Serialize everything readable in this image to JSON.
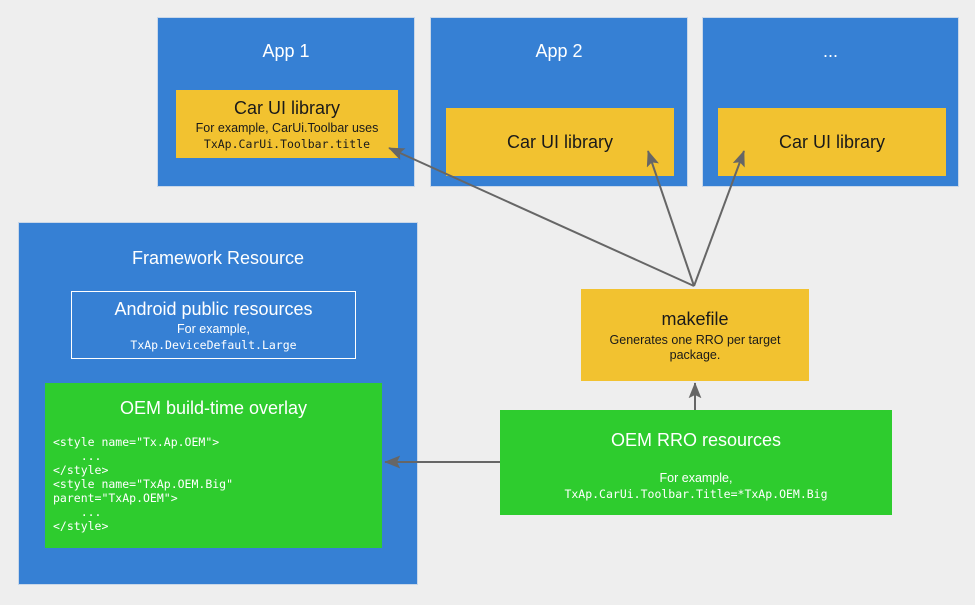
{
  "diagram": {
    "background_color": "#eeeeee",
    "palette": {
      "blue": "#3680D4",
      "yellow": "#F2C230",
      "green": "#2ECC2E",
      "arrow": "#666666",
      "white": "#ffffff",
      "dark_text": "#1a1a1a"
    }
  },
  "apps": [
    {
      "title": "App 1",
      "library_title": "Car UI library",
      "library_sub": "For example, CarUi.Toolbar uses",
      "library_code": "TxAp.CarUi.Toolbar.title"
    },
    {
      "title": "App 2",
      "library_title": "Car UI library",
      "library_sub": "",
      "library_code": ""
    },
    {
      "title": "...",
      "library_title": "Car UI library",
      "library_sub": "",
      "library_code": ""
    }
  ],
  "framework": {
    "title": "Framework Resource",
    "public_resources": {
      "title": "Android public resources",
      "sub": "For example,",
      "code": "TxAp.DeviceDefault.Large"
    },
    "build_overlay": {
      "title": "OEM build-time overlay",
      "code": "<style name=\"Tx.Ap.OEM\">\n    ...\n</style>\n<style name=\"TxAp.OEM.Big\"\nparent=\"TxAp.OEM\">\n    ...\n</style>"
    }
  },
  "makefile": {
    "title": "makefile",
    "sub_line1": "Generates one RRO per target",
    "sub_line2": "package."
  },
  "rro": {
    "title": "OEM RRO resources",
    "sub": "For example,",
    "code": "TxAp.CarUi.Toolbar.Title=*TxAp.OEM.Big"
  },
  "connections": [
    {
      "name": "makefile-to-app1-library",
      "from": "makefile",
      "to": "app-1-car-ui-library"
    },
    {
      "name": "makefile-to-app2-library",
      "from": "makefile",
      "to": "app-2-car-ui-library"
    },
    {
      "name": "makefile-to-app3-library",
      "from": "makefile",
      "to": "app-3-car-ui-library"
    },
    {
      "name": "rro-to-makefile",
      "from": "oem-rro-resources",
      "to": "makefile"
    },
    {
      "name": "rro-to-build-overlay",
      "from": "oem-rro-resources",
      "to": "oem-build-time-overlay"
    }
  ]
}
